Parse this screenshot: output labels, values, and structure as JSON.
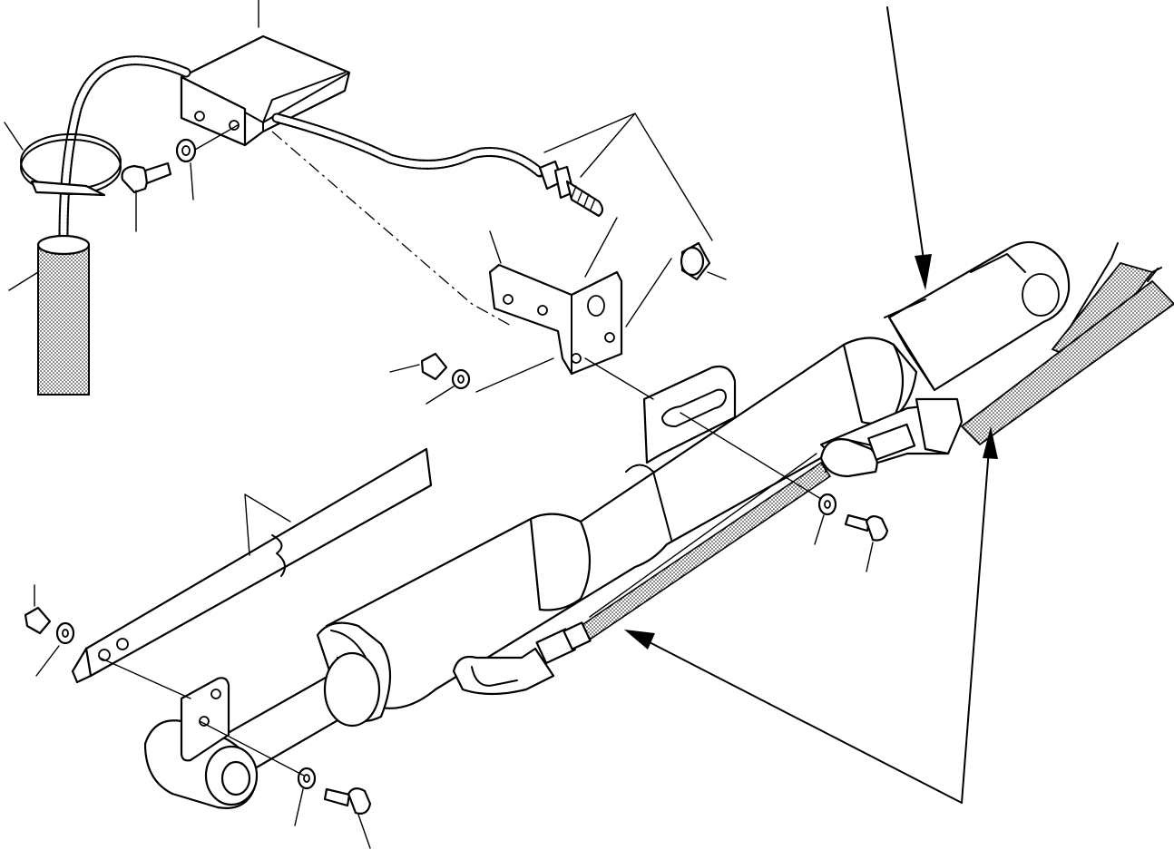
{
  "figure": {
    "labels": [],
    "colors": {
      "ink": "#000000",
      "paper": "#ffffff",
      "shade": "#9a9a9a"
    },
    "parts": [
      "sensor-box",
      "sensor-cable",
      "cable-clamp",
      "cable-sleeve",
      "mount-bolt",
      "mount-washer",
      "l-bracket",
      "nut",
      "nut-washer",
      "threaded-connector",
      "spacer-nut",
      "scale-plate",
      "cylinder-rod-end",
      "cylinder-barrel",
      "piston-rod",
      "hydraulic-hoses",
      "hose-fittings",
      "frame-tab",
      "tab-bolt",
      "tab-washer",
      "lower-bracket",
      "lower-bolt",
      "lower-washer",
      "plate-nut",
      "plate-washer"
    ],
    "arrows": [
      "arrow-top",
      "arrow-right",
      "arrow-bottom"
    ]
  }
}
